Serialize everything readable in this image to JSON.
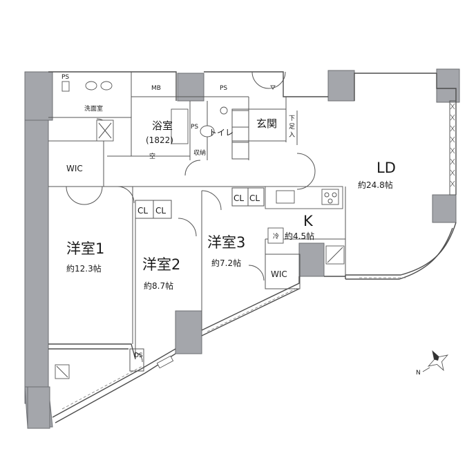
{
  "rooms": {
    "ld": {
      "name": "LD",
      "area": "約24.8帖"
    },
    "kitchen": {
      "name": "K",
      "area": "約4.5帖"
    },
    "yoshitsu1": {
      "name": "洋室1",
      "area": "約12.3帖"
    },
    "yoshitsu2": {
      "name": "洋室2",
      "area": "約8.7帖"
    },
    "yoshitsu3": {
      "name": "洋室3",
      "area": "約7.2帖"
    },
    "bath": {
      "name": "浴室",
      "size": "(1822)"
    },
    "toilet": "トイレ",
    "entrance": "玄関",
    "washroom": "洗面室"
  },
  "labels": {
    "wic_top": "WIC",
    "wic_k": "WIC",
    "cl_a": "CL",
    "cl_b": "CL",
    "cl_c": "CL",
    "cl_d": "CL",
    "mb": "MB",
    "ps_top": "PS",
    "ps_right": "PS",
    "ps_bath": "PS",
    "storage": "収納",
    "shoe": "下足入",
    "ds": "DS",
    "fridge": "冷",
    "kuu": "空"
  },
  "compass": {
    "north": "N"
  }
}
